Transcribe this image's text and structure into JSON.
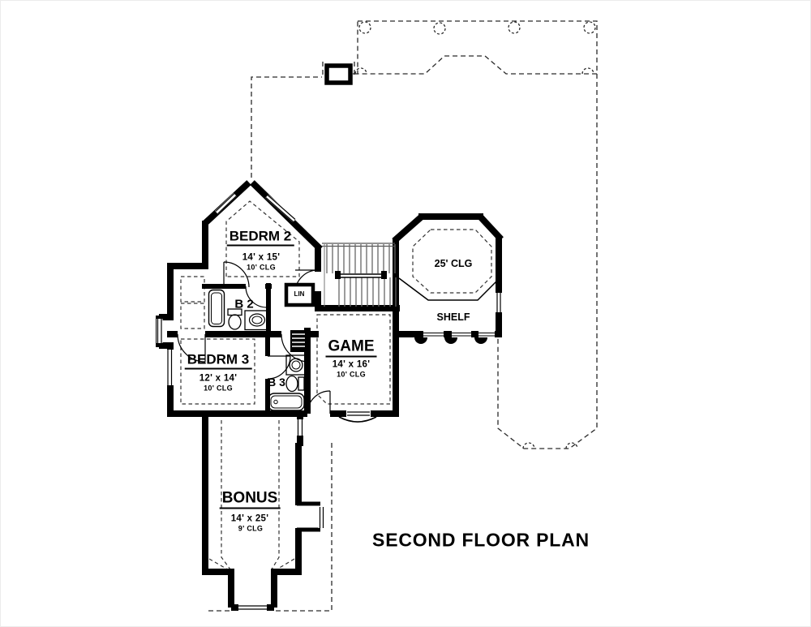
{
  "title": "SECOND FLOOR PLAN",
  "rooms": {
    "bedrm2": {
      "name": "BEDRM 2",
      "dims": "14' x 15'",
      "ceiling": "10' CLG"
    },
    "bath2": {
      "name": "B 2"
    },
    "bedrm3": {
      "name": "BEDRM 3",
      "dims": "12' x 14'",
      "ceiling": "10' CLG"
    },
    "bath3": {
      "name": "B 3"
    },
    "game": {
      "name": "GAME",
      "dims": "14' x 16'",
      "ceiling": "10' CLG"
    },
    "bonus": {
      "name": "BONUS",
      "dims": "14' x 25'",
      "ceiling": "9' CLG"
    },
    "linen": {
      "name": "LIN"
    },
    "tower": {
      "ceiling": "25' CLG"
    },
    "shelf": {
      "name": "SHELF"
    }
  },
  "colors": {
    "wall": "#000000",
    "background": "#ffffff",
    "stair_tread": "#666666",
    "dashed_line": "#2a2a2a"
  }
}
